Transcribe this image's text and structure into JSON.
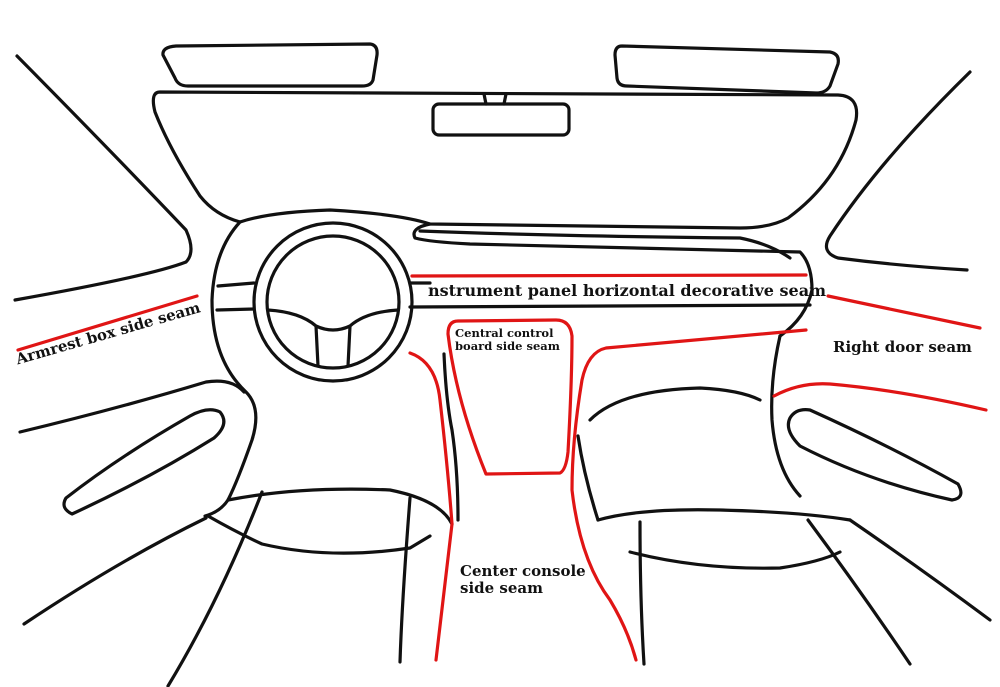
{
  "labels": {
    "instrument_panel_seam": "nstrument panel horizontal decorative seam",
    "armrest_box_side_seam": "Armrest box side seam",
    "right_door_seam": "Right door seam",
    "central_control_board_line1": "Central control",
    "central_control_board_line2": "board side seam",
    "center_console_line1": "Center console",
    "center_console_line2": "side seam"
  },
  "colors": {
    "outline": "#111111",
    "seam": "#e01515",
    "background": "#ffffff"
  }
}
